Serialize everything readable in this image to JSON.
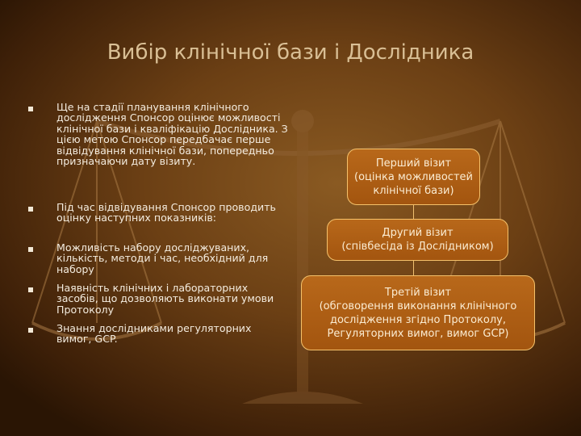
{
  "slide": {
    "title": "Вибір клінічної бази і Дослідника",
    "bullets": [
      "Ще на стадії планування клінічного дослідження Спонсор оцінює можливості клінічної бази і кваліфікацію Дослідника. З цією метою Спонсор передбачає перше відвідування клінічної бази, попередньо призначаючи дату візиту.",
      "Під час відвідування Спонсор проводить оцінку наступних показників:",
      "Можливість набору досліджуваних, кількість, методи і час, необхідний для набору",
      "Наявність клінічних і лабораторних засобів, що дозволяють виконати умови Протоколу",
      "Знання дослідниками регуляторних вимог, GCP."
    ],
    "visits": {
      "first": {
        "line1": "Перший візит",
        "line2": "(оцінка можливостей",
        "line3": "клінічної бази)"
      },
      "second": {
        "line1": "Другий візит",
        "line2": "(співбесіда із Дослідником)"
      },
      "third": {
        "line1": "Третій візит",
        "line2": "(обговорення виконання клінічного",
        "line3": "дослідження згідно Протоколу,",
        "line4": "Регуляторних вимог, вимог GCP)"
      }
    }
  },
  "colors": {
    "background": "#6b3f14",
    "title": "#d9bf95",
    "box_fill": "#a85a14",
    "box_border": "#f5c16a",
    "text": "#f4ecdf"
  }
}
